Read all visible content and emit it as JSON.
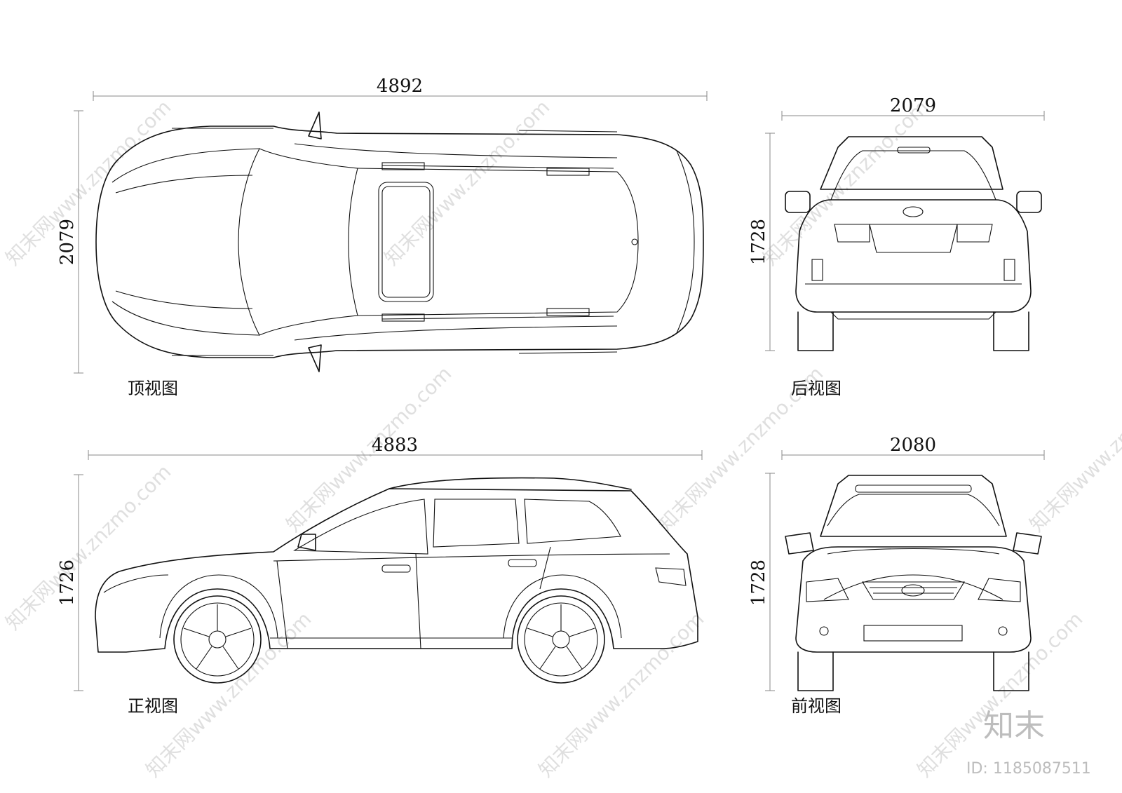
{
  "dimensions": {
    "top_length": "4892",
    "top_width": "2079",
    "rear_width": "2079",
    "rear_height": "1728",
    "side_length": "4883",
    "side_height": "1726",
    "front_width": "2080",
    "front_height": "1728"
  },
  "labels": {
    "top_view": "顶视图",
    "rear_view": "后视图",
    "side_view": "正视图",
    "front_view": "前视图"
  },
  "watermark": {
    "text": "知末网www.znzmo.com",
    "brand": "知末",
    "id": "ID: 1185087511"
  }
}
